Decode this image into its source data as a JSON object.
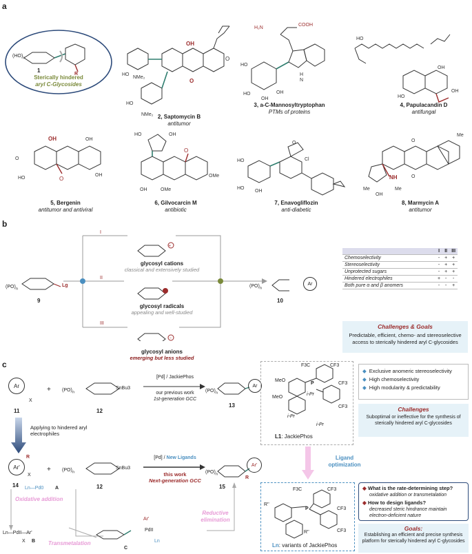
{
  "panel_a": {
    "letter": "a",
    "callout": {
      "number": "1",
      "caption_line1": "Sterically hindered",
      "caption_line2": "aryl C-Glycosides",
      "color": "#7a8a3a"
    },
    "compounds": [
      {
        "number": "2,",
        "name": "Saptomycin B",
        "activity": "antitumor"
      },
      {
        "number": "3,",
        "name": "a-C-Mannosyltryptophan",
        "activity": "PTMs of proteins"
      },
      {
        "number": "4,",
        "name": "Papulacandin D",
        "activity": "antifungal"
      },
      {
        "number": "5,",
        "name": "Bergenin",
        "activity": "antitumor and antiviral"
      },
      {
        "number": "6,",
        "name": "Gilvocarcin M",
        "activity": "antibiotic"
      },
      {
        "number": "7,",
        "name": "Enavogliflozin",
        "activity": "anti-diabetic"
      },
      {
        "number": "8,",
        "name": "Marmycin A",
        "activity": "antitumor"
      }
    ]
  },
  "panel_b": {
    "letter": "b",
    "start_number": "9",
    "start_label": "Lg",
    "product_number": "10",
    "product_label": "Ar",
    "routes": [
      {
        "roman": "I",
        "title": "glycosyl cations",
        "subtitle": "classical and extensively studied",
        "emphasis": false
      },
      {
        "roman": "II",
        "title": "glycosyl radicals",
        "subtitle": "appealing and well-studied",
        "emphasis": false
      },
      {
        "roman": "III",
        "title": "glycosyl anions",
        "subtitle": "emerging but less studied",
        "emphasis": true
      }
    ],
    "table": {
      "columns": [
        "I",
        "II",
        "III"
      ],
      "rows": [
        {
          "label": "Chemoselectivity",
          "values": [
            "-",
            "+",
            "+"
          ]
        },
        {
          "label": "Stereoselectivity",
          "values": [
            "-",
            "+",
            "+"
          ]
        },
        {
          "label": "Unprotected sugars",
          "values": [
            "-",
            "+",
            "+"
          ]
        },
        {
          "label": "Hindered electrophiles",
          "values": [
            "+",
            "-",
            "-"
          ]
        },
        {
          "label": "Both pure α and β anomers",
          "values": [
            "-",
            "-",
            "+"
          ]
        }
      ]
    },
    "goals_box": {
      "title": "Challenges & Goals",
      "text": "Predictable, efficient, chemo- and stereoselective access to sterically hindered aryl C-glycosides"
    }
  },
  "panel_c": {
    "letter": "c",
    "top_reaction": {
      "aryl_number": "11",
      "aryl_label": "Ar",
      "aryl_x": "X",
      "stannane_number": "12",
      "stannane_label": "SnBu3",
      "conditions": "[Pd] / JackiePhos",
      "line1": "our previous work",
      "line2": "1st-generation GCC",
      "product_number": "13",
      "product_label": "Ar"
    },
    "down_arrow_text": "Applying to hindered aryl electrophiles",
    "bottom_reaction": {
      "aryl_number": "14",
      "aryl_label": "Ar'",
      "r_label": "R",
      "x_label": "X",
      "stannane_number": "12",
      "stannane_label": "SnBu3",
      "conditions_pd": "[Pd] /",
      "conditions_new": "New Ligands",
      "line1": "this work",
      "line2": "Next-generation GCC",
      "product_number": "15",
      "product_label": "Ar'",
      "product_r": "R"
    },
    "cycle": {
      "pd0_label": "Ln—Pd0",
      "pd0_tag": "A",
      "oxidative": "Oxidative addition",
      "pd2_label": "Ln—PdII—Ar'",
      "pd2_x": "X",
      "pd2_tag": "B",
      "transmetalation": "Transmetalation",
      "c_tag": "C",
      "c_ar": "Ar'",
      "c_pd": "PdII",
      "c_ln": "Ln",
      "reductive": "Reductive elimination"
    },
    "jackiephos": {
      "label_bold": "L1",
      "label_rest": ": JackiePhos",
      "groups": [
        "F3C",
        "CF3",
        "CF3",
        "CF3",
        "MeO",
        "MeO",
        "i-Pr",
        "i-Pr",
        "i-Pr"
      ],
      "p_label": "P"
    },
    "features": [
      "Exclusive anomeric stereoselectivity",
      "High chemoselectivity",
      "High modularity & predictability"
    ],
    "challenges": {
      "title": "Challenges",
      "text": "Suboptimal or ineffective for the synthesis of sterically hindered aryl C-glycosides"
    },
    "optimization": "Ligand optimization",
    "variants": {
      "label_bold": "Ln",
      "label_rest": ": variants of JackiePhos",
      "groups": [
        "F3C",
        "CF3",
        "CF3",
        "CF3",
        "R''",
        "R''"
      ],
      "p_label": "P"
    },
    "questions": [
      {
        "q": "What is the rate-determining step?",
        "a": "oxidative addition or transmetalation"
      },
      {
        "q": "How to design ligands?",
        "a": "decreased steric hindrance maintain electron-deficient nature"
      }
    ],
    "goals": {
      "title": "Goals:",
      "text": "Establishing an efficient and precise synthesis platform for sterically hindered aryl C-glycosides"
    }
  },
  "colors": {
    "accent_red": "#9b2b2b",
    "accent_blue": "#4a8fc0",
    "pink": "#e79ad6",
    "teal": "#2e7d6e"
  }
}
